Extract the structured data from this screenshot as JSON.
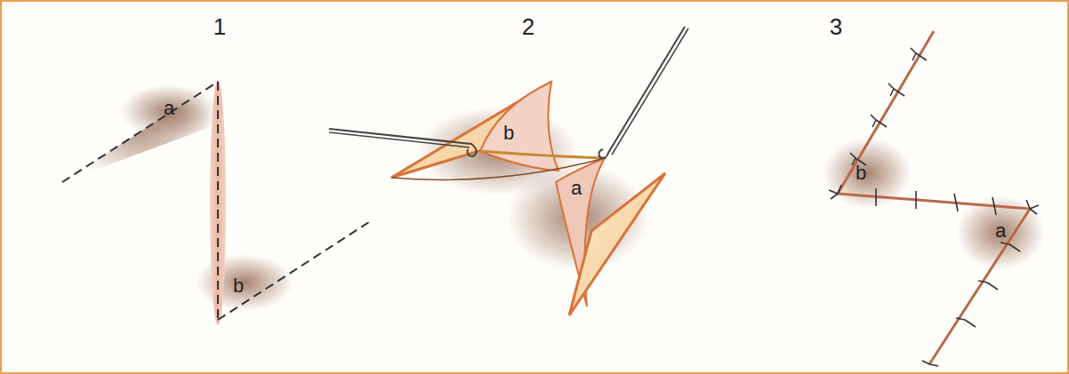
{
  "diagram": {
    "labels": [
      "1",
      "2",
      "3",
      "a",
      "b",
      "b",
      "a",
      "b",
      "a"
    ]
  }
}
